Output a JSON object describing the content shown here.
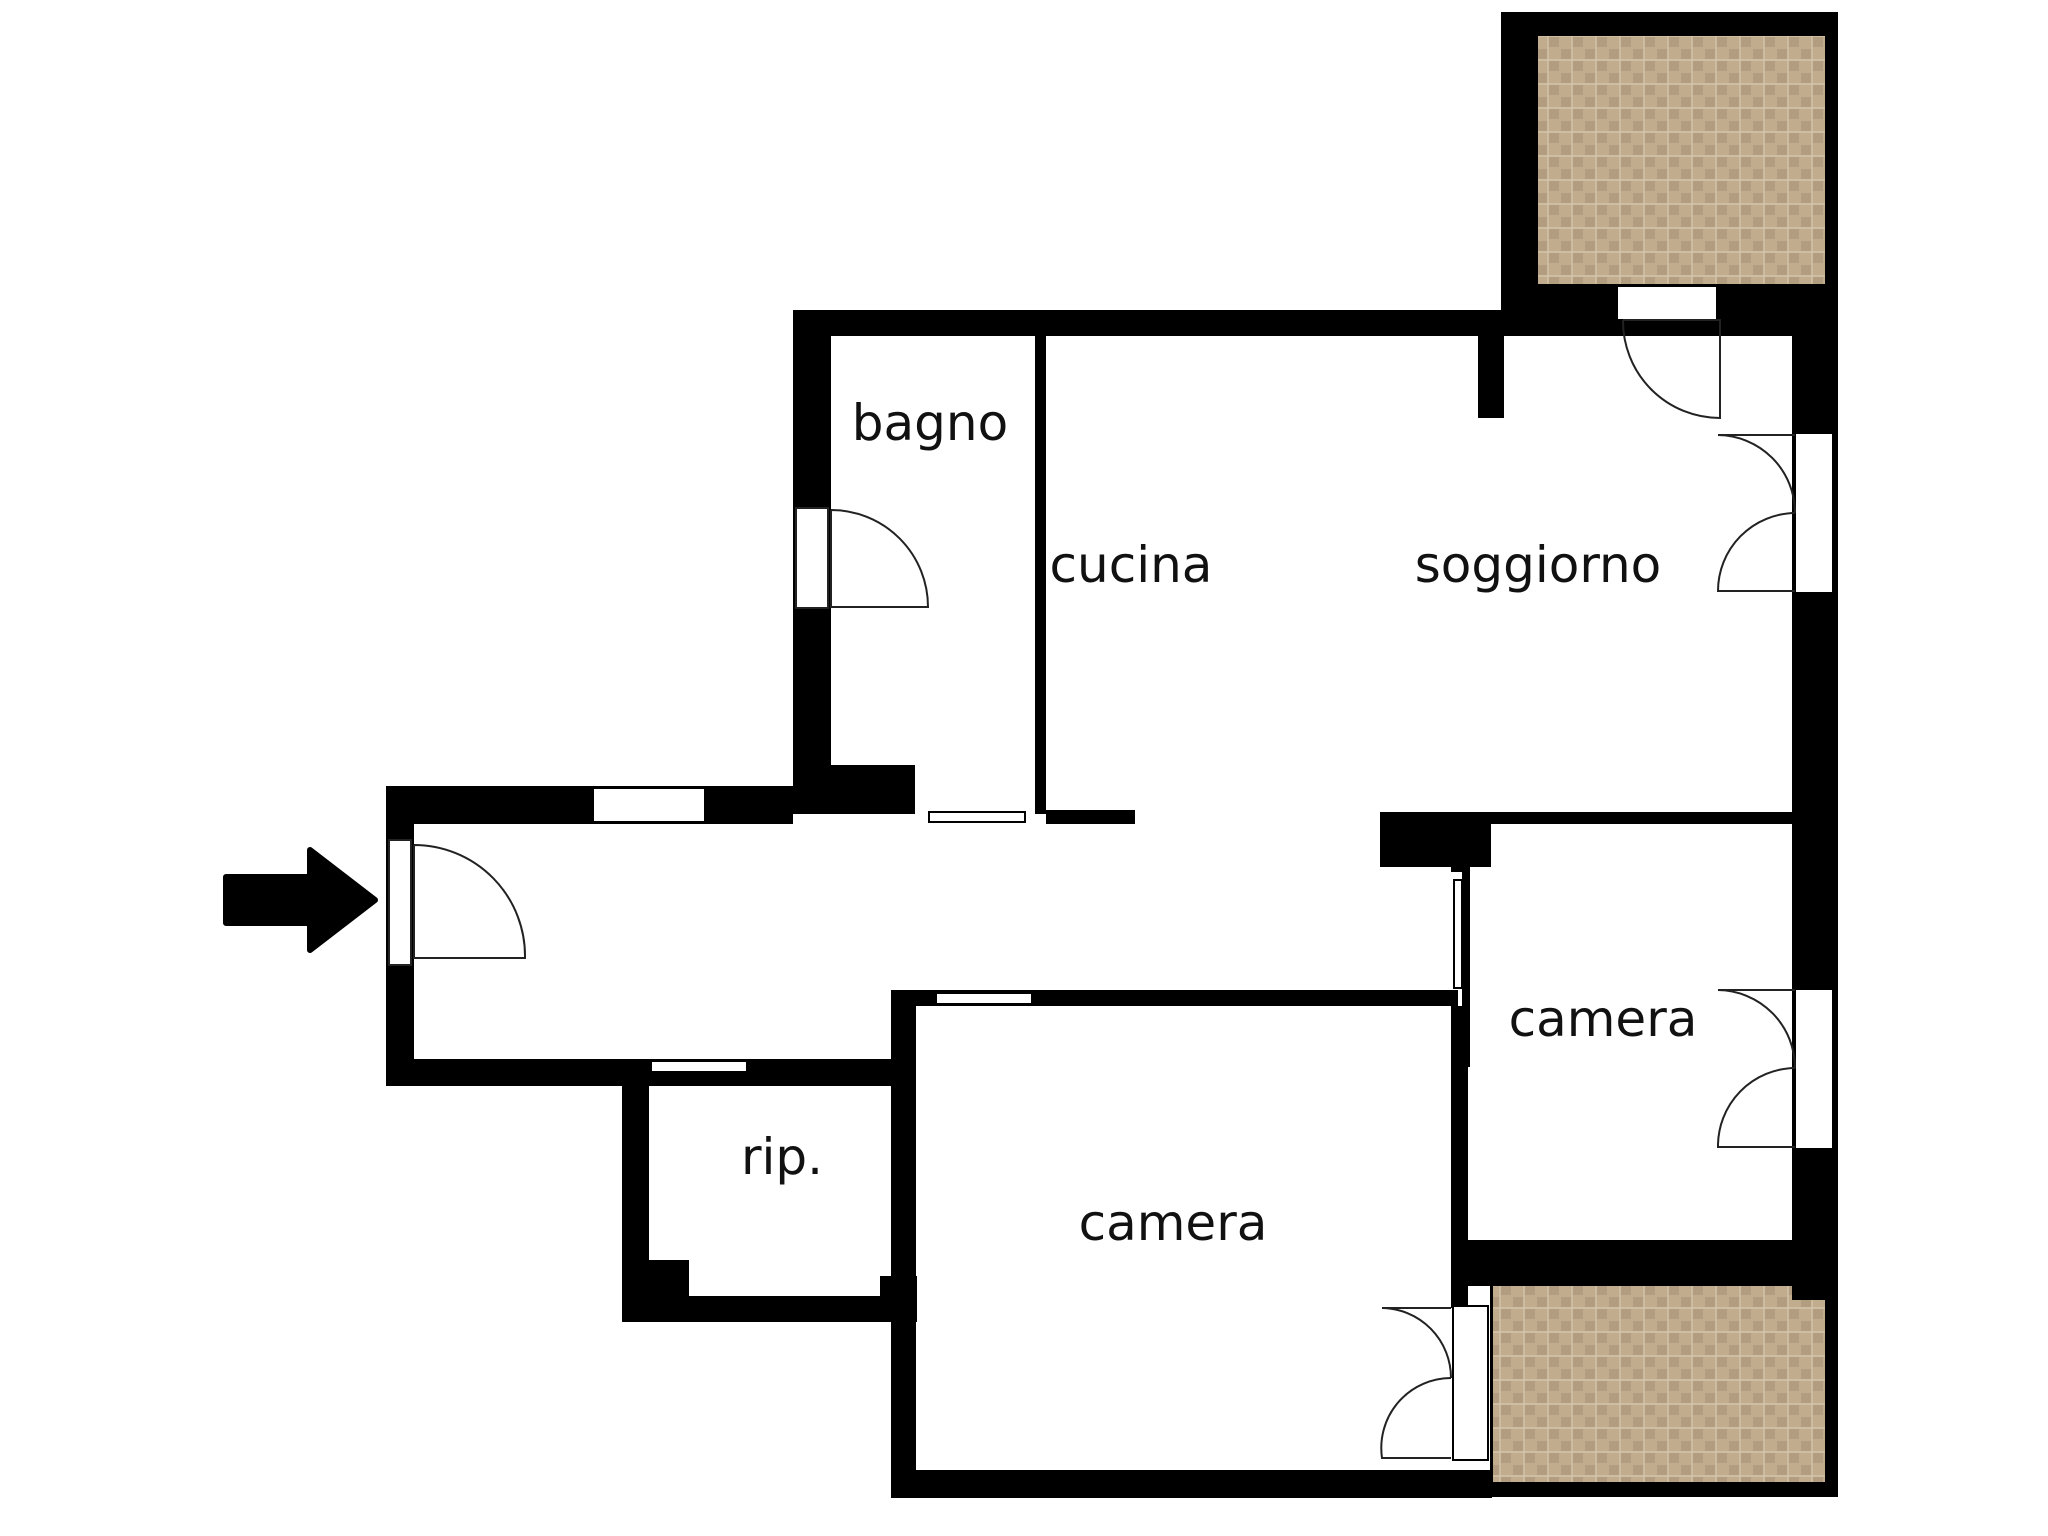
{
  "floorplan": {
    "rooms": {
      "bagno": "bagno",
      "cucina": "cucina",
      "soggiorno": "soggiorno",
      "camera_right": "camera",
      "rip": "rip.",
      "camera_bottom": "camera"
    },
    "colors": {
      "wall": "#000000",
      "background": "#ffffff",
      "terrace_base": "#bfa98a",
      "terrace_line": "#a99376",
      "door_line": "#222222"
    },
    "icons": {
      "entrance": "entrance-arrow-icon"
    }
  }
}
